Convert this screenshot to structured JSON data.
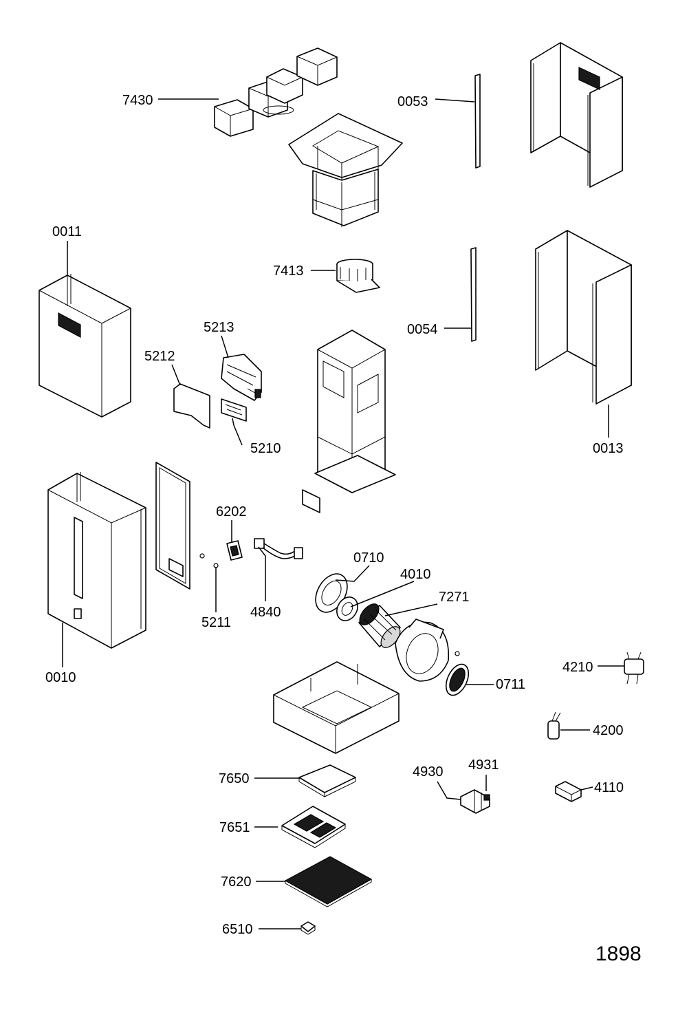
{
  "labels": {
    "l7430": "7430",
    "l0053": "0053",
    "l0011": "0011",
    "l7413": "7413",
    "l5213": "5213",
    "l5212": "5212",
    "l0054": "0054",
    "l5210": "5210",
    "l0013": "0013",
    "l6202": "6202",
    "l0710": "0710",
    "l4010": "4010",
    "l7271": "7271",
    "l4840": "4840",
    "l5211": "5211",
    "l0010": "0010",
    "l4210": "4210",
    "l0711": "0711",
    "l4200": "4200",
    "l4930": "4930",
    "l4931": "4931",
    "l4110": "4110",
    "l7650": "7650",
    "l7651": "7651",
    "l7620": "7620",
    "l6510": "6510"
  },
  "page_number": "1898"
}
